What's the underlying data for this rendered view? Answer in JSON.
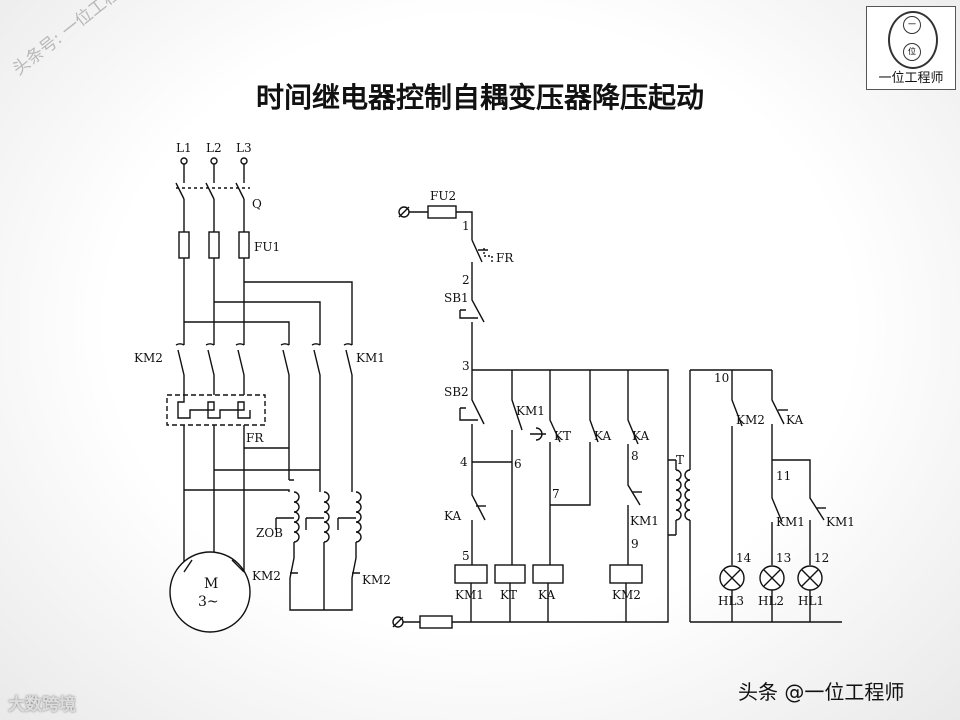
{
  "title": "时间继电器控制自耦变压器降压起动",
  "watermark_top_left": "头条号: 一位工程师",
  "watermark_bottom_right": "头条 @一位工程师",
  "watermark_bottom_left": "大数跨境",
  "logo": {
    "label": "一位工程师",
    "mark1": "一",
    "mark2": "位"
  },
  "labels": {
    "L1": "L1",
    "L2": "L2",
    "L3": "L3",
    "Q": "Q",
    "FU1": "FU1",
    "KM2_main": "KM2",
    "KM1_main": "KM1",
    "FR_main": "FR",
    "ZOB": "ZOB",
    "motor_M": "M",
    "motor_spec": "3~",
    "KM2_l": "KM2",
    "KM2_r": "KM2",
    "FU2": "FU2",
    "n1": "1",
    "FR_ctrl": "FR",
    "n2": "2",
    "SB1": "SB1",
    "n3": "3",
    "SB2": "SB2",
    "KM1_aux": "KM1",
    "KT_c": "KT",
    "KA_c1": "KA",
    "KA_c2": "KA",
    "n8": "8",
    "n4": "4",
    "n6": "6",
    "n7": "7",
    "KA_c3": "KA",
    "KM1_c": "KM1",
    "n9": "9",
    "n5": "5",
    "T": "T",
    "coil_KM1": "KM1",
    "coil_KT": "KT",
    "coil_KA": "KA",
    "coil_KM2": "KM2",
    "n10": "10",
    "KM2_s": "KM2",
    "KA_s": "KA",
    "n11": "11",
    "KM1_s1": "KM1",
    "KM1_s2": "KM1",
    "n14": "14",
    "n13": "13",
    "n12": "12",
    "HL3": "HL3",
    "HL2": "HL2",
    "HL1": "HL1"
  }
}
